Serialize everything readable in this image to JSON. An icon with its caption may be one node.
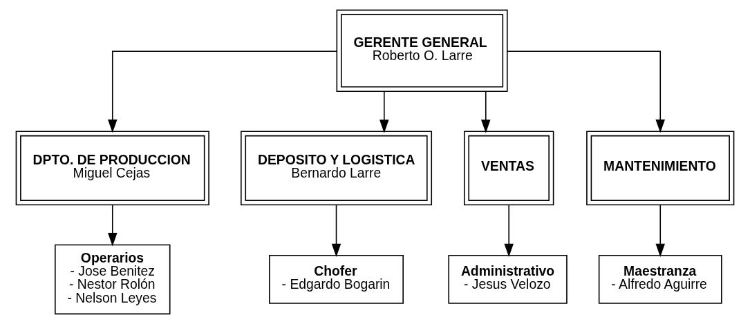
{
  "diagram": {
    "nodes": [
      {
        "text": [
          "GERENTE GENERAL",
          "Roberto O. Larre"
        ]
      },
      {
        "text": [
          "DPTO. DE PRODUCCION",
          "Miguel Cejas"
        ]
      },
      {
        "text": [
          "DEPOSITO Y LOGISTICA",
          "Bernardo Larre"
        ]
      },
      {
        "text": [
          "VENTAS"
        ]
      },
      {
        "text": [
          "MANTENIMIENTO"
        ]
      },
      {
        "text": [
          "Operarios",
          "- Jose Benitez",
          "- Nestor Rolón",
          "- Nelson Leyes"
        ]
      },
      {
        "text": [
          "Chofer",
          "- Edgardo Bogarin"
        ]
      },
      {
        "text": [
          "Administrativo",
          "- Jesus Velozo"
        ]
      },
      {
        "text": [
          "Maestranza",
          "- Alfredo Aguirre"
        ]
      }
    ],
    "edges": [
      {
        "from": 0,
        "to": 1,
        "arrow": "to"
      },
      {
        "from": 0,
        "to": 2,
        "arrow": "to"
      },
      {
        "from": 0,
        "to": 3,
        "arrow": "to"
      },
      {
        "from": 0,
        "to": 4,
        "arrow": "to"
      },
      {
        "from": 1,
        "to": 5,
        "arrow": "to"
      },
      {
        "from": 2,
        "to": 6,
        "arrow": "to"
      },
      {
        "from": 3,
        "to": 7,
        "arrow": "to"
      },
      {
        "from": 4,
        "to": 8,
        "arrow": "to"
      }
    ]
  }
}
